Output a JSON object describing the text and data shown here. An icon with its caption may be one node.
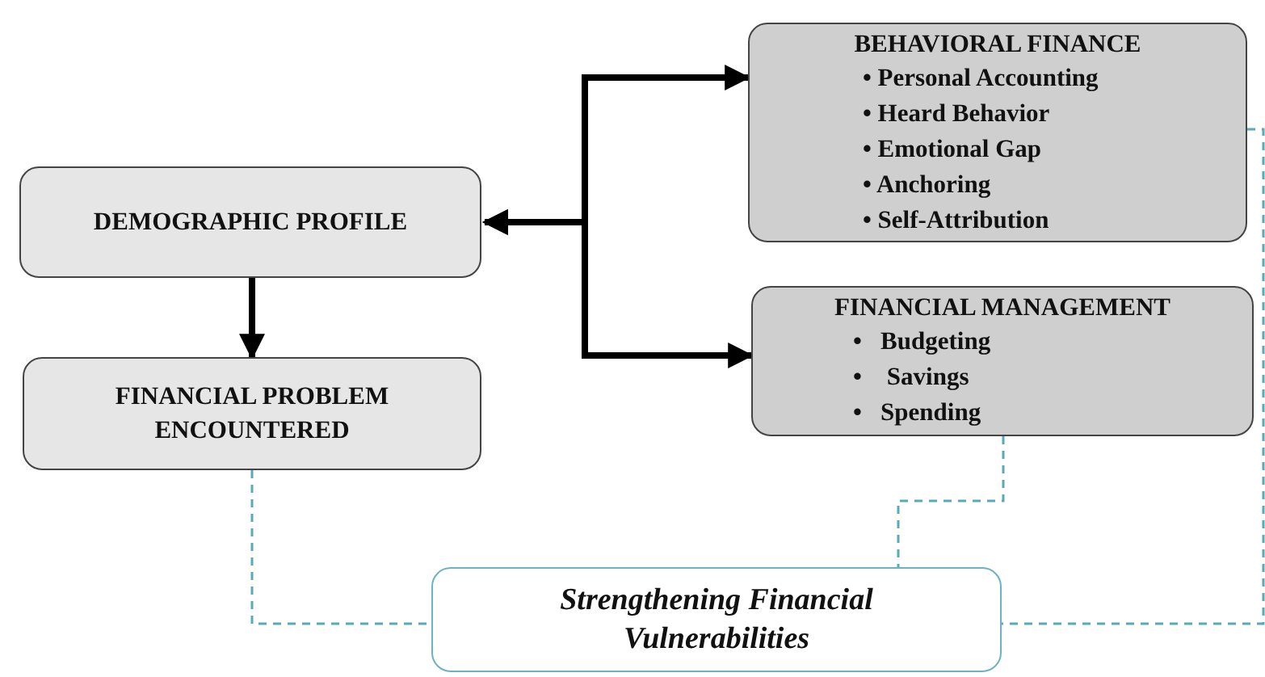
{
  "diagram": {
    "nodes": [
      {
        "text": [
          "BEHAVIORAL FINANCE",
          "• Personal Accounting",
          "• Heard Behavior",
          "• Emotional Gap",
          "• Anchoring",
          "• Self-Attribution"
        ]
      },
      {
        "text": [
          "DEMOGRAPHIC PROFILE"
        ]
      },
      {
        "text": [
          "FINANCIAL MANAGEMENT",
          "•   Budgeting",
          "•    Savings",
          "•   Spending"
        ]
      },
      {
        "text": [
          "FINANCIAL PROBLEM ENCOUNTERED"
        ]
      },
      {
        "text": [
          "Strengthening Financial Vulnerabilities"
        ]
      }
    ],
    "edges": [
      {
        "from": 1,
        "to": 0,
        "arrow": "both",
        "style": "thick"
      },
      {
        "from": 1,
        "to": 2,
        "arrow": "both",
        "style": "thick"
      },
      {
        "from": 1,
        "to": 3,
        "arrow": "to",
        "style": "thick"
      },
      {
        "from": 3,
        "to": 4,
        "arrow": "none",
        "style": "dashed",
        "color": "#5aa9b9"
      },
      {
        "from": 2,
        "to": 4,
        "arrow": "none",
        "style": "dashed",
        "color": "#5aa9b9"
      },
      {
        "from": 0,
        "to": 4,
        "arrow": "none",
        "style": "dashed",
        "color": "#5aa9b9"
      }
    ]
  }
}
